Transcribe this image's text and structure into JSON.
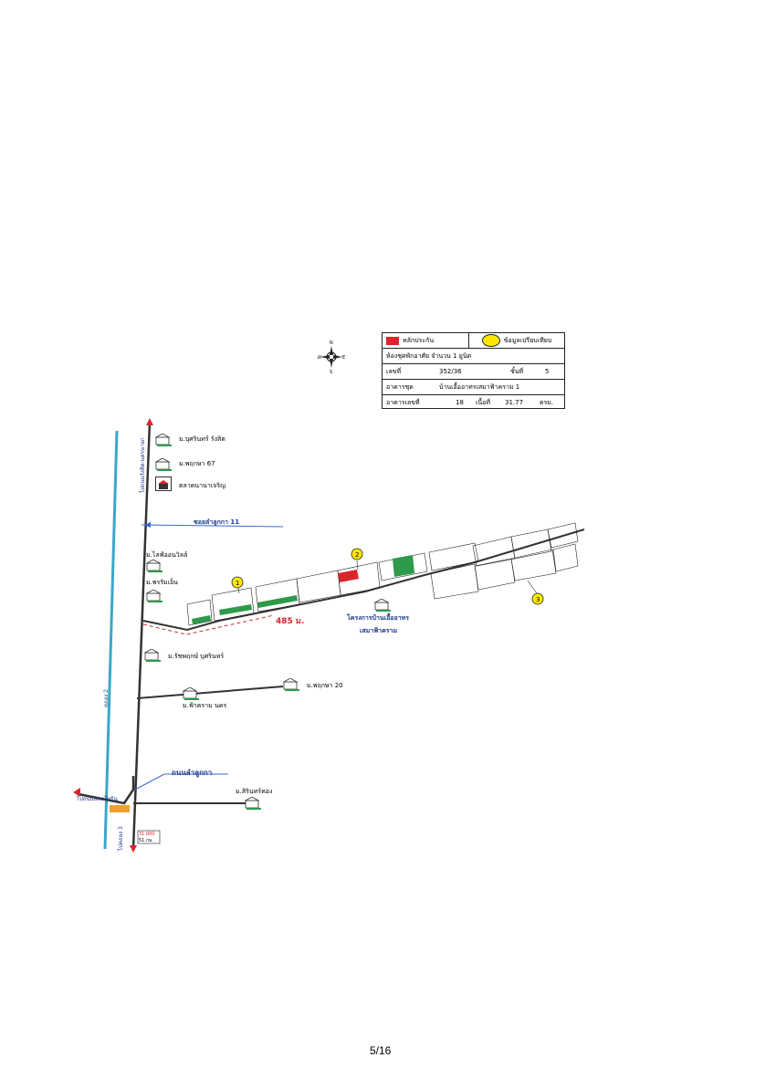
{
  "legend": {
    "collateral_label": "หลักประกัน",
    "comparison_label": "ข้อมูลเปรียบเทียบ",
    "title": "ห้องชุดพักอาศัย จำนวน 1 ยูนิต",
    "no_label": "เลขที่",
    "no_value": "352/36",
    "floor_label": "ชั้นที่",
    "floor_value": "5",
    "building_label": "อาคารชุด",
    "building_value": "บ้านเอื้ออาทรเสมาฟ้าคราม 1",
    "bldg_no_label": "อาคารเลขที่",
    "bldg_no_value": "18",
    "area_label": "เนื้อที่",
    "area_value": "31.77",
    "area_unit": "ตรม."
  },
  "compass": {
    "n": "N",
    "s": "S",
    "e": "E",
    "w": "W"
  },
  "places": {
    "village_srisuk": "ม.บุศรินทร์ รังสิต",
    "village_pruksa67": "ม.พฤกษา 67",
    "market": "ตลาดนานาเจริญ",
    "soi_lamlukka11": "ซอยลำลูกกา 11",
    "village_lake": "ม.ไลฟ์ออนวิลล์",
    "village_pornsom": "ม.พรรัมเอ็น",
    "village_rat": "ม.รัชพฤกษ์ บุศรินทร์",
    "village_pruksa20": "ม.พฤกษา 20",
    "village_fah": "ม.ฟ้าคราม นคร",
    "road_lamlukka": "ถนนลำลูกกา",
    "village_sirin": "ม.สิรินทร์ทอง",
    "project_line1": "โครงการบ้านเอื้ออาทร",
    "project_line2": "เสมาฟ้าคราม",
    "distance": "485 ม.",
    "to_top": "ไปถนนรังสิต-นครนายก",
    "to_left": "ไปถนนพหลโยธิน",
    "to_bottom": "ไปคลอง 3",
    "canal": "คลอง 2",
    "km1": "31.000",
    "km2": "51.กม."
  },
  "markers": {
    "m1": "1",
    "m2": "2",
    "m3": "3"
  },
  "page": "5/16",
  "colors": {
    "road": "#333333",
    "canal": "#3aa8c8",
    "collateral": "#d8262c",
    "marker": "#ffe800",
    "green": "#2e9a4a",
    "pointer": "#3a6ad0",
    "dashed": "#c0392b"
  }
}
